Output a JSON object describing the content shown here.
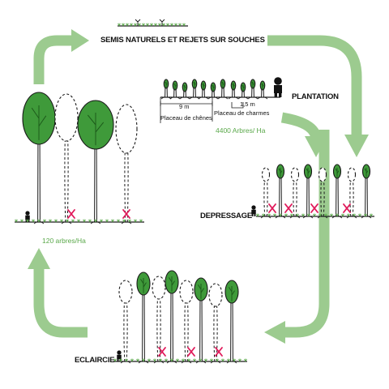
{
  "stages": {
    "semis": "SEMIS NATURELS ET REJETS SUR SOUCHES",
    "plantation": "PLANTATION",
    "depressage": "DEPRESSAGE",
    "eclaircie": "ECLAIRCIE"
  },
  "plantation": {
    "spacing_row": "9 m",
    "spacing_tree": "1,5 m",
    "placeau_chenes": "Placeau de chênes",
    "placeau_charmes": "Placeau de charmes",
    "density": "4400 Arbres/ Ha"
  },
  "final_stand": {
    "density": "120 arbres/Ha"
  },
  "colors": {
    "arrow": "#9ccb8f",
    "leaf": "#3f9a3a",
    "leaf_dark": "#1d5c1b",
    "cross": "#e0195a",
    "ground_green": "#5aa84a",
    "text_green": "#5aa84a"
  },
  "icons": [
    "tree-icon",
    "dashed-tree-icon",
    "cut-cross-icon",
    "person-icon",
    "cycle-arrow-icon"
  ]
}
